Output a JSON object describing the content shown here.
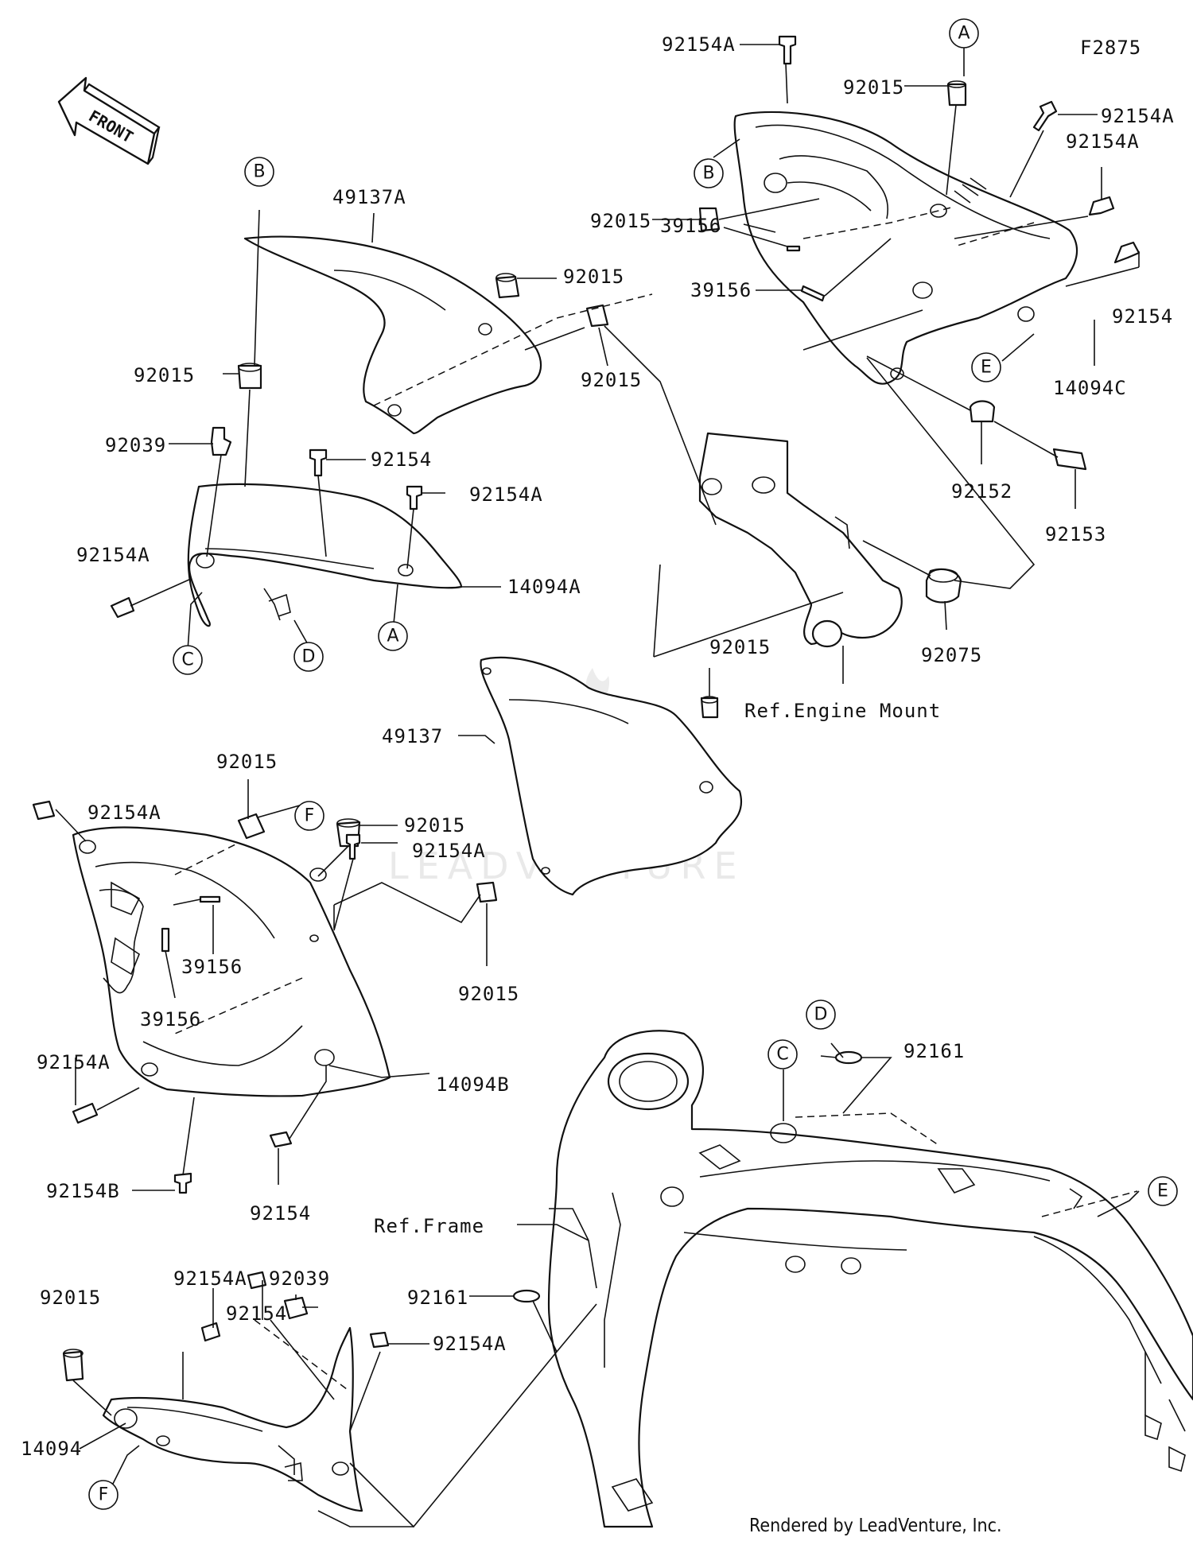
{
  "diagram_code": "F2875",
  "front_label": "FRONT",
  "watermark": "LEADVENTURE",
  "footer": "Rendered by LeadVenture, Inc.",
  "refs": {
    "engine_mount": "Ref.Engine Mount",
    "frame": "Ref.Frame"
  },
  "callouts": {
    "A": "A",
    "B": "B",
    "C": "C",
    "D": "D",
    "E": "E",
    "F": "F"
  },
  "parts": {
    "p92154A": "92154A",
    "p92154": "92154",
    "p92154B": "92154B",
    "p92015": "92015",
    "p39156": "39156",
    "p14094C": "14094C",
    "p14094A": "14094A",
    "p14094B": "14094B",
    "p14094": "14094",
    "p49137A": "49137A",
    "p49137": "49137",
    "p92039": "92039",
    "p92152": "92152",
    "p92153": "92153",
    "p92075": "92075",
    "p92161": "92161"
  }
}
